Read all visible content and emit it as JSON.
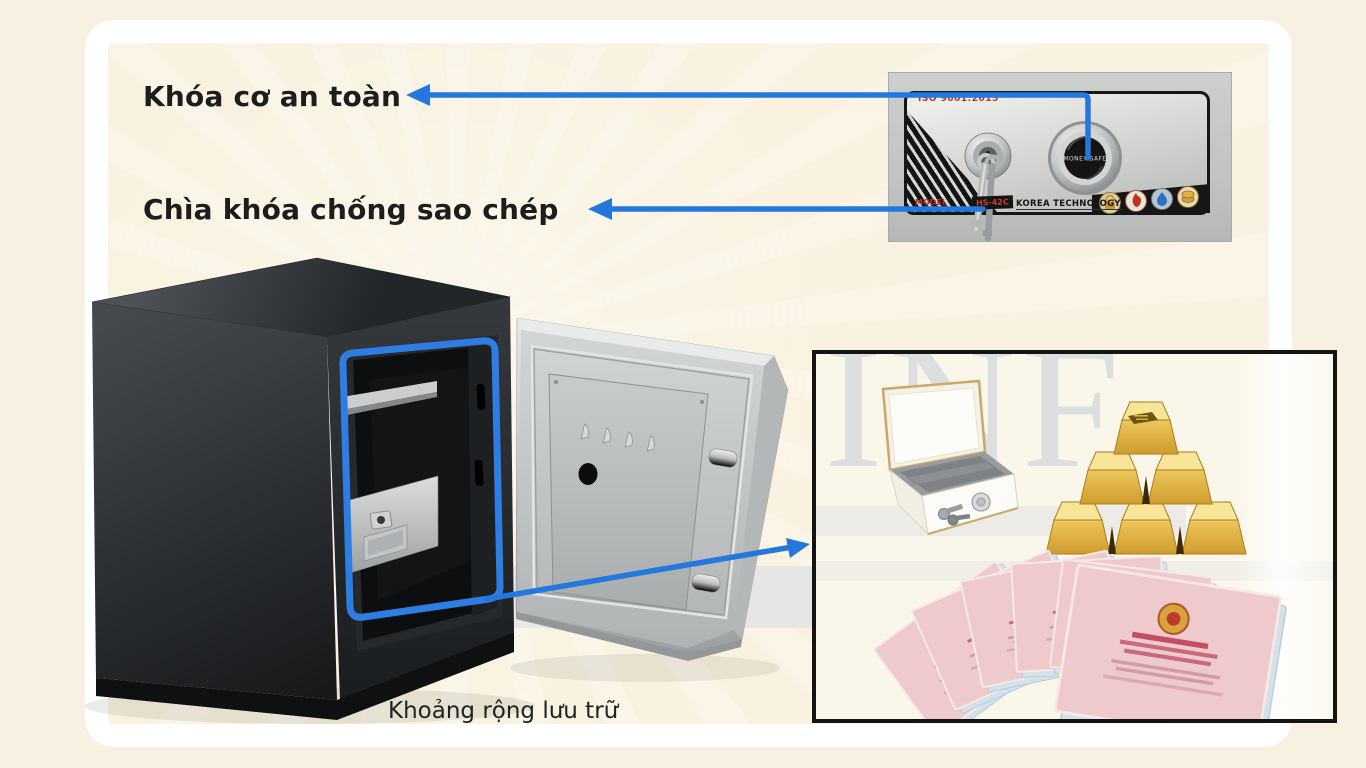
{
  "page": {
    "background": "#f8f1e1",
    "panel_background": "#f9f2e0",
    "frame_color": "#ffffff"
  },
  "callouts": {
    "mechanical_lock": "Khóa cơ an toàn",
    "anti_copy_key": "Chìa khóa chống sao chép",
    "storage_caption": "Khoảng rộng lưu trữ"
  },
  "lock_panel": {
    "iso_certification": "ISO 9001:2015",
    "model_label": "MODEL",
    "model_number": "HS-42C",
    "brand": "KOREA TECHNOLOGY.",
    "dial_label": "MONEY SAFE",
    "feature_icons": [
      "padlock-icon",
      "fire-icon",
      "water-drop-icon",
      "coins-icon"
    ]
  },
  "storage_box": {
    "watermark_letters": "INF",
    "items": [
      "book-safe-with-keys",
      "gold-bars-pyramid",
      "land-certificates-fan"
    ]
  },
  "colors": {
    "callout_blue": "#2478dd",
    "highlight_blue": "#2e7de2",
    "box_border": "#141414",
    "safe_body_dark": "#26292c",
    "door_gray": "#c3c6c7",
    "gold": "#e3b84d",
    "certificate_pink": "#edc8cb"
  }
}
